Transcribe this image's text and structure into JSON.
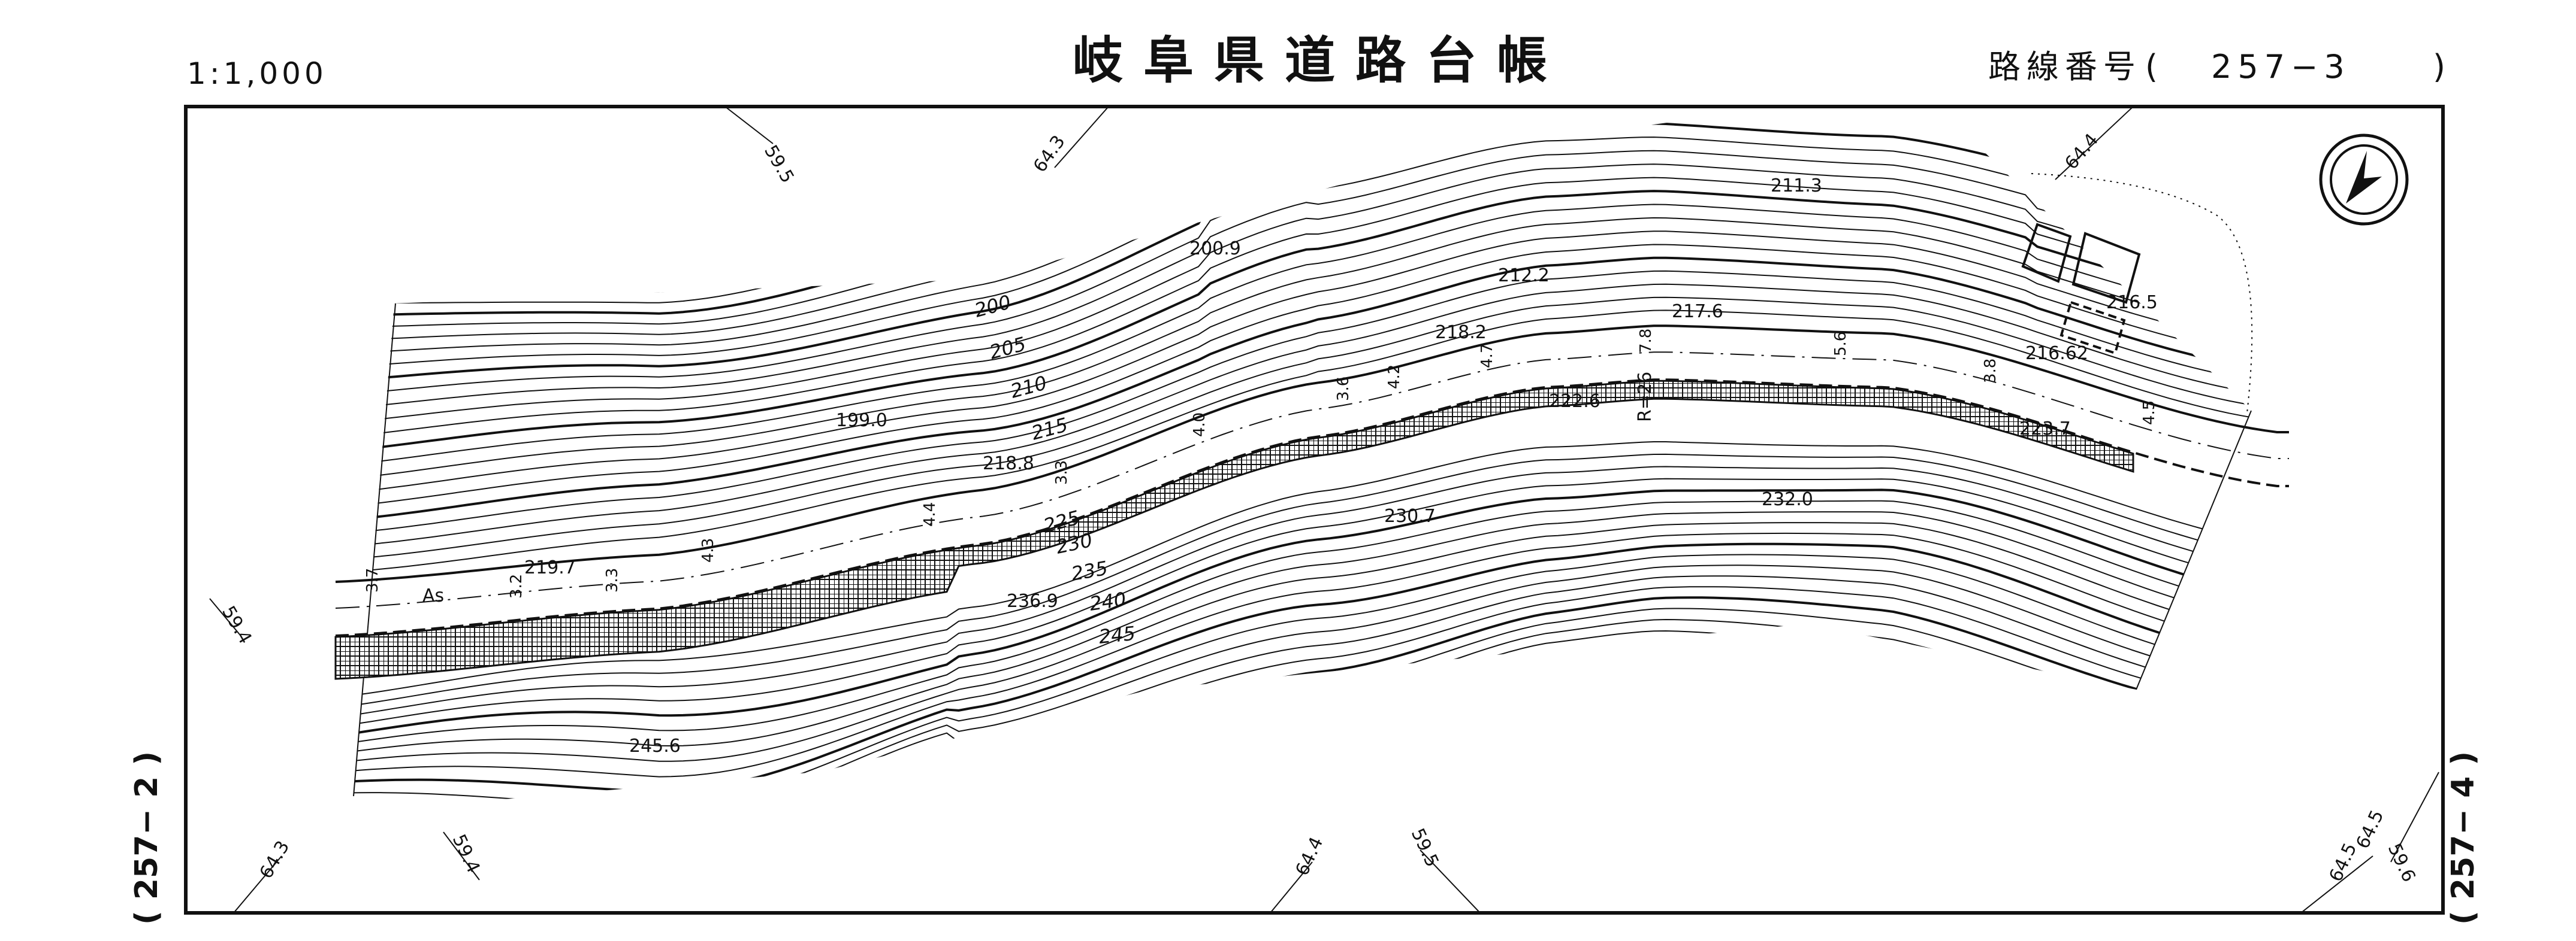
{
  "header": {
    "scale": "1:1,000",
    "title": "岐阜県道路台帳",
    "route_label": "路線番号",
    "route_open": "(",
    "route_number": "257−3",
    "route_close": ")"
  },
  "adjacent_sheets": {
    "left": "( 257− 2 )",
    "right": "( 257− 4 )"
  },
  "grid_labels": {
    "top": [
      "59.5",
      "64.3",
      "64.4"
    ],
    "left": [
      "59.4"
    ],
    "bottom": [
      "64.3",
      "59.4",
      "64.4",
      "59.5",
      "64.5",
      "64.5",
      "59.6"
    ]
  },
  "elevations": [
    "200.9",
    "211.3",
    "212.2",
    "216.5",
    "216.62",
    "217.6",
    "218.2",
    "199.0",
    "222.6",
    "223.7",
    "218.8",
    "232.0",
    "230.7",
    "219.7",
    "236.9",
    "245.6"
  ],
  "contour_labels": [
    "200",
    "205",
    "210",
    "215",
    "225",
    "230",
    "235",
    "240",
    "245"
  ],
  "road_annotations": {
    "surface": "As",
    "radius": "R=26",
    "widths": [
      "3.7",
      "3.2",
      "3.3",
      "4.3",
      "4.4",
      "3.3",
      "4.0",
      "3.6",
      "4.2",
      "4.7",
      "7.8",
      "5.6",
      "3.8",
      "4.5"
    ]
  },
  "north_arrow": "north-arrow"
}
